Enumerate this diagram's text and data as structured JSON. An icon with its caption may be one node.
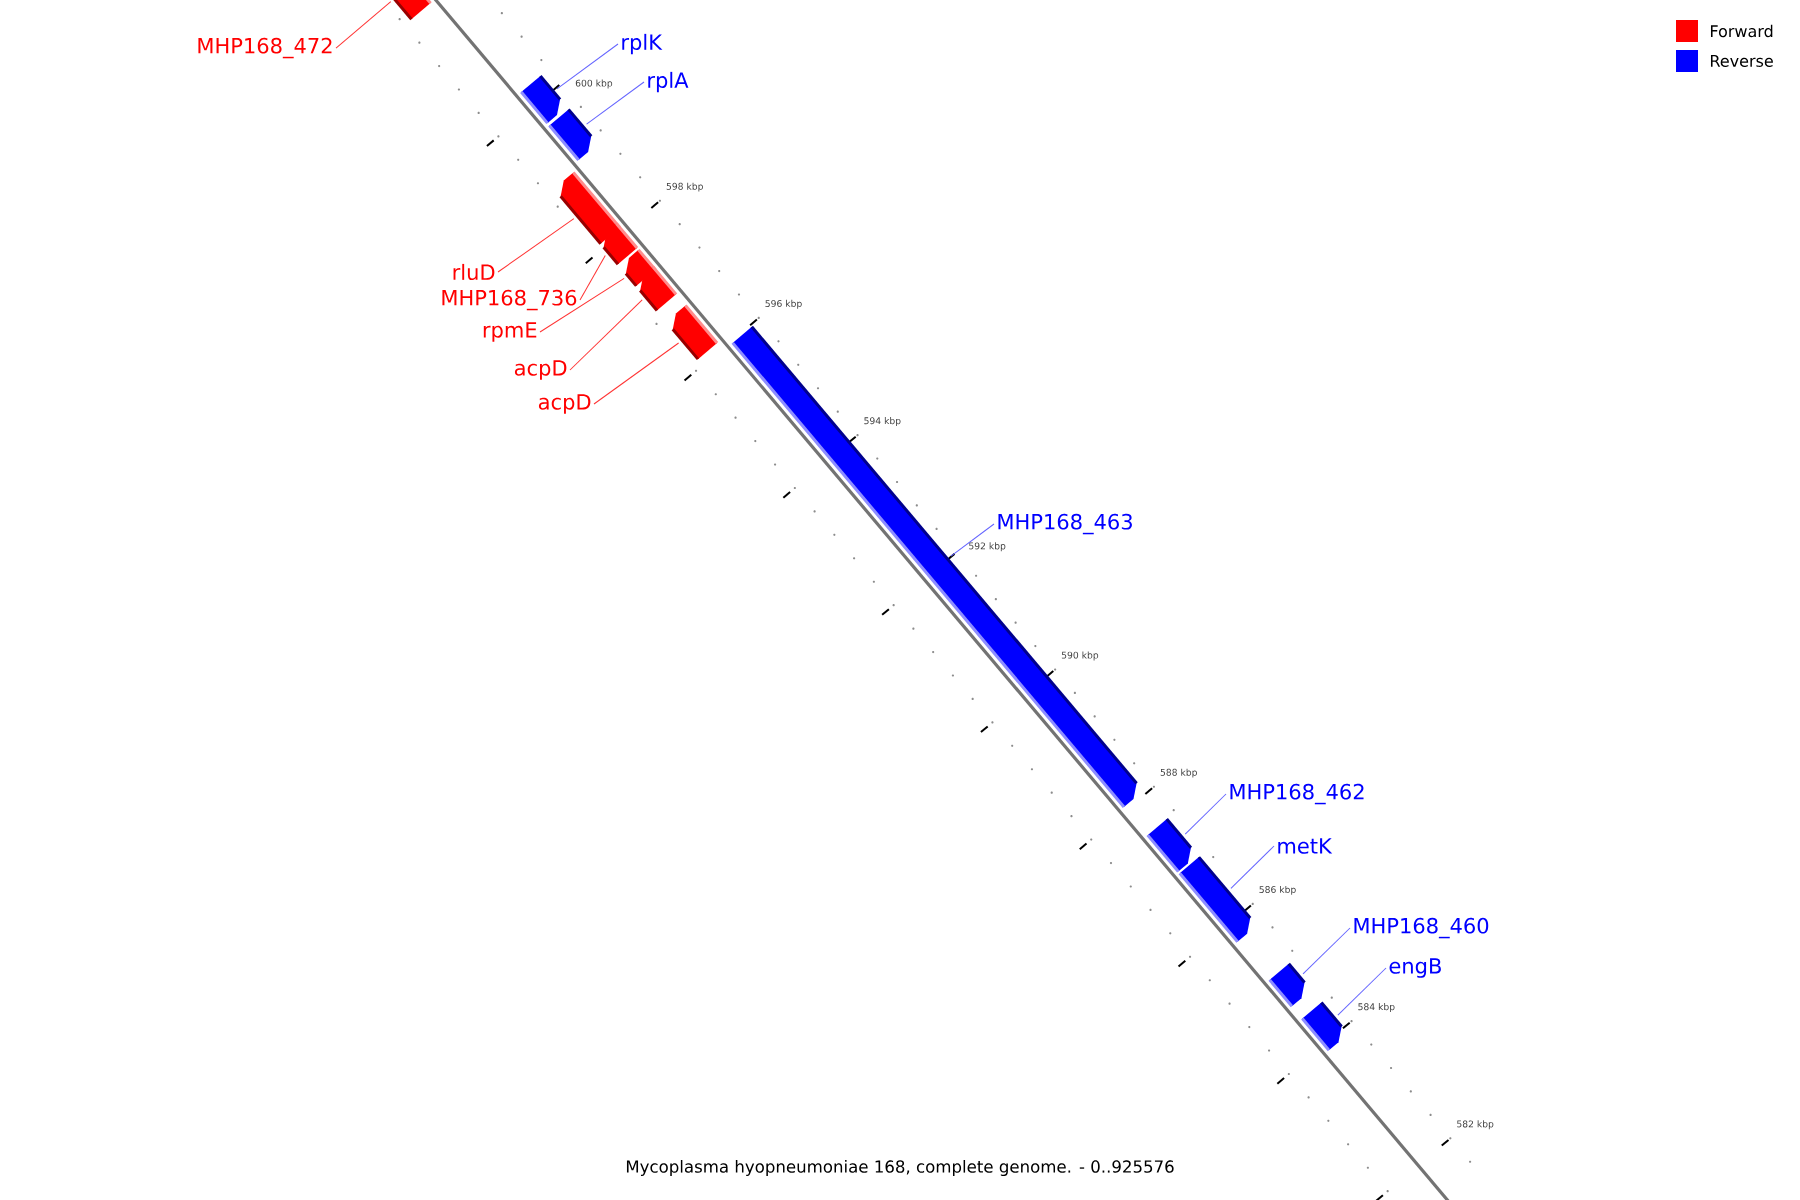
{
  "diagram": {
    "caption": "Mycoplasma hyopneumoniae 168, complete genome. - 0..925576",
    "nodes": [
      {
        "text": [
          "MHP168_472"
        ]
      },
      {
        "text": [
          "rplK"
        ]
      },
      {
        "text": [
          "rplA"
        ]
      },
      {
        "text": [
          "rluD"
        ]
      },
      {
        "text": [
          "MHP168_736"
        ]
      },
      {
        "text": [
          "rpmE"
        ]
      },
      {
        "text": [
          "acpD"
        ]
      },
      {
        "text": [
          "acpD"
        ]
      },
      {
        "text": [
          "MHP168_463"
        ]
      },
      {
        "text": [
          "MHP168_462"
        ]
      },
      {
        "text": [
          "metK"
        ]
      },
      {
        "text": [
          "MHP168_460"
        ]
      },
      {
        "text": [
          "engB"
        ]
      },
      {
        "text": [],
        "shape": "bar"
      },
      {
        "text": [],
        "shape": "bar"
      },
      {
        "text": [],
        "shape": "bar"
      },
      {
        "text": [],
        "shape": "bar"
      },
      {
        "text": [],
        "shape": "bar"
      },
      {
        "text": [],
        "shape": "bar"
      },
      {
        "text": [],
        "shape": "bar"
      },
      {
        "text": [],
        "shape": "bar"
      },
      {
        "text": [],
        "shape": "bar"
      },
      {
        "text": [],
        "shape": "bar"
      },
      {
        "text": [],
        "shape": "bar"
      },
      {
        "text": [],
        "shape": "bar"
      },
      {
        "text": [],
        "shape": "bar"
      }
    ],
    "edges": [
      {
        "from": 0,
        "to": 13,
        "arrow": "none",
        "color": "#ff3333"
      },
      {
        "from": 1,
        "to": 14,
        "arrow": "none"
      },
      {
        "from": 2,
        "to": 15,
        "arrow": "none"
      },
      {
        "from": 3,
        "to": 16,
        "arrow": "none",
        "color": "#ff3333"
      },
      {
        "from": 4,
        "to": 17,
        "arrow": "none",
        "color": "#ff3333"
      },
      {
        "from": 5,
        "to": 18,
        "arrow": "none",
        "color": "#ff3333"
      },
      {
        "from": 6,
        "to": 19,
        "arrow": "none",
        "color": "#ff3333"
      },
      {
        "from": 7,
        "to": 20,
        "arrow": "none",
        "color": "#ff3333"
      },
      {
        "from": 8,
        "to": 21,
        "arrow": "none"
      },
      {
        "from": 9,
        "to": 22,
        "arrow": "none"
      },
      {
        "from": 10,
        "to": 23,
        "arrow": "none"
      },
      {
        "from": 11,
        "to": 24,
        "arrow": "none"
      },
      {
        "from": 12,
        "to": 25,
        "arrow": "none"
      }
    ],
    "labels": [
      "600 kbp",
      "598 kbp",
      "596 kbp",
      "594 kbp",
      "592 kbp",
      "590 kbp",
      "588 kbp",
      "586 kbp",
      "584 kbp",
      "582 kbp"
    ],
    "legend": [
      {
        "text": "Forward",
        "color": "#ff0000"
      },
      {
        "text": "Reverse",
        "color": "#0000ff"
      }
    ]
  }
}
